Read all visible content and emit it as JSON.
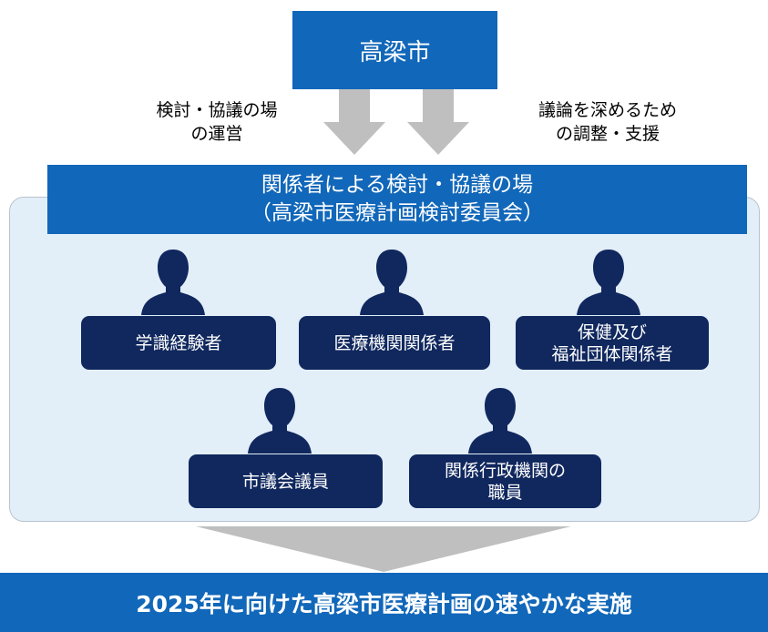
{
  "top": {
    "label": "高梁市"
  },
  "arrow_labels": {
    "left": [
      "検討・協議の場",
      "の運営"
    ],
    "right": [
      "議論を深めるため",
      "の調整・支援"
    ]
  },
  "council": {
    "line1": "関係者による検討・協議の場",
    "line2": "（高梁市医療計画検討委員会）"
  },
  "members": [
    {
      "lines": [
        "学識経験者"
      ]
    },
    {
      "lines": [
        "医療機関関係者"
      ]
    },
    {
      "lines": [
        "保健及び",
        "福祉団体関係者"
      ]
    },
    {
      "lines": [
        "市議会議員"
      ]
    },
    {
      "lines": [
        "関係行政機関の",
        "職員"
      ]
    }
  ],
  "result": {
    "label": "2025年に向けた高梁市医療計画の速やかな実施"
  },
  "colors": {
    "primary": "#1167b9",
    "role": "#10285e",
    "panel": "#e2eef8",
    "arrow": "#bfbfbf"
  },
  "icons": [
    "person-icon",
    "arrow-down-icon"
  ]
}
